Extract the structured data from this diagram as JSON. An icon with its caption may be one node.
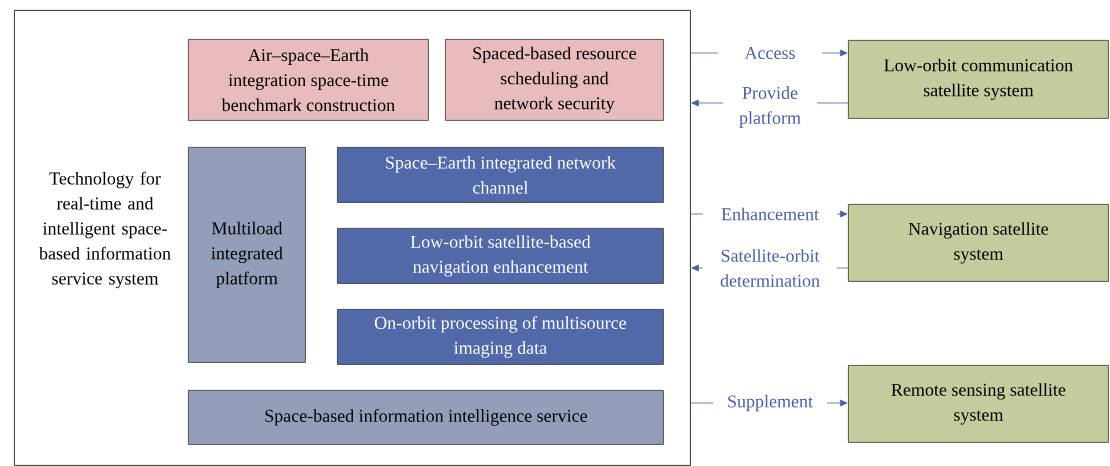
{
  "diagram": {
    "nodes": [
      {
        "text": [
          "Technology for real-time and intelligent space-based information service system"
        ]
      },
      {
        "text": [
          "Air–space–Earth integration space-time benchmark construction"
        ],
        "in": 0
      },
      {
        "text": [
          "Spaced-based resource scheduling and network security"
        ],
        "in": 0
      },
      {
        "text": [
          "Multiload integrated platform"
        ],
        "in": 0
      },
      {
        "text": [
          "Space–Earth integrated network channel"
        ],
        "in": 0
      },
      {
        "text": [
          "Low-orbit satellite-based navigation enhancement"
        ],
        "in": 0
      },
      {
        "text": [
          "On-orbit processing of multisource imaging data"
        ],
        "in": 0
      },
      {
        "text": [
          "Space-based information intelligence service"
        ],
        "in": 0
      },
      {
        "text": [
          "Low-orbit communication satellite system"
        ]
      },
      {
        "text": [
          "Navigation satellite system"
        ]
      },
      {
        "text": [
          "Remote sensing satellite system"
        ]
      }
    ],
    "edges": [
      {
        "from": 0,
        "to": 8,
        "arrow": "to",
        "label": "Access"
      },
      {
        "from": 8,
        "to": 0,
        "arrow": "to",
        "label": "Provide platform"
      },
      {
        "from": 0,
        "to": 9,
        "arrow": "to",
        "label": "Enhancement"
      },
      {
        "from": 9,
        "to": 0,
        "arrow": "to",
        "label": "Satellite-orbit determination"
      },
      {
        "from": 0,
        "to": 10,
        "arrow": "to",
        "label": "Supplement"
      }
    ]
  }
}
